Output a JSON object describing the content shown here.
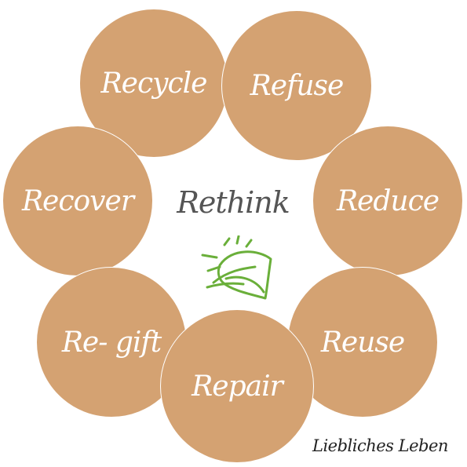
{
  "center": {
    "title": "Rethink",
    "icon": "leaf-icon",
    "icon_color": "#6aaf3a"
  },
  "circle_color": "#d4a272",
  "circles": [
    {
      "label": "Refuse"
    },
    {
      "label": "Reduce"
    },
    {
      "label": "Reuse"
    },
    {
      "label": "Repair"
    },
    {
      "label": "Re- gift"
    },
    {
      "label": "Recover"
    },
    {
      "label": "Recycle"
    }
  ],
  "brand": "Liebliches Leben"
}
